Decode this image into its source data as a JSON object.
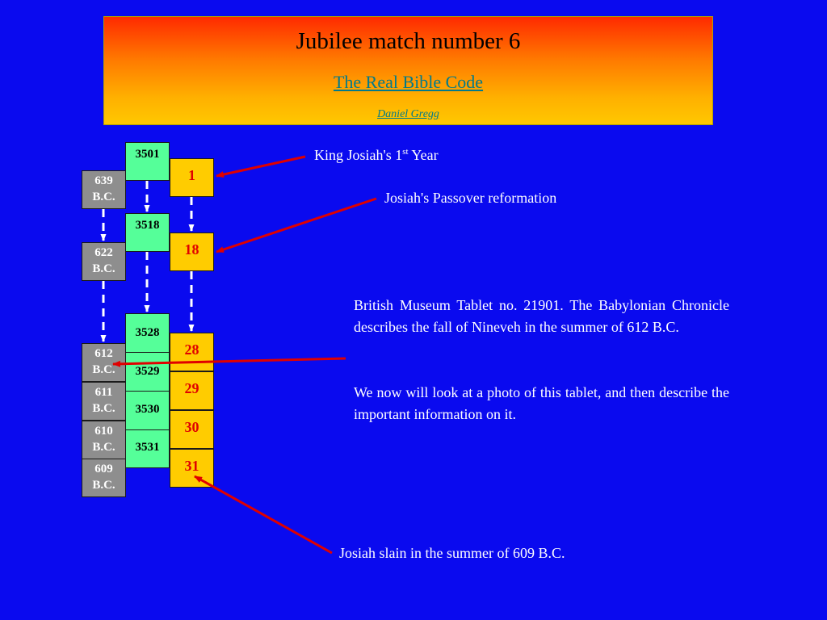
{
  "header": {
    "title": "Jubilee match number 6",
    "subtitle": "The Real Bible Code",
    "author": "Daniel Gregg"
  },
  "years_bc": [
    "639 B.C.",
    "622 B.C.",
    "612 B.C.",
    "611 B.C.",
    "610 B.C.",
    "609 B.C."
  ],
  "years_am": [
    "3501",
    "3518",
    "3528",
    "3529",
    "3530",
    "3531"
  ],
  "reign_years": [
    "1",
    "18",
    "28",
    "29",
    "30",
    "31"
  ],
  "annotations": {
    "first_year_prefix": "King Josiah's 1",
    "first_year_sup": "st",
    "first_year_suffix": " Year",
    "passover": "Josiah's Passover reformation",
    "slain": "Josiah slain in the summer of 609 B.C."
  },
  "paragraphs": {
    "tablet": "British Museum Tablet no. 21901.  The Babylonian Chronicle describes the fall of Nineveh in the summer of 612 B.C.",
    "photo": "We now will look at a photo of this tablet, and then describe the important information on it."
  },
  "colors": {
    "background": "#0a0aef",
    "gray_box": "#8e8e8e",
    "green_box": "#55ff99",
    "yellow_box": "#ffcc00",
    "arrow": "#e00000"
  }
}
